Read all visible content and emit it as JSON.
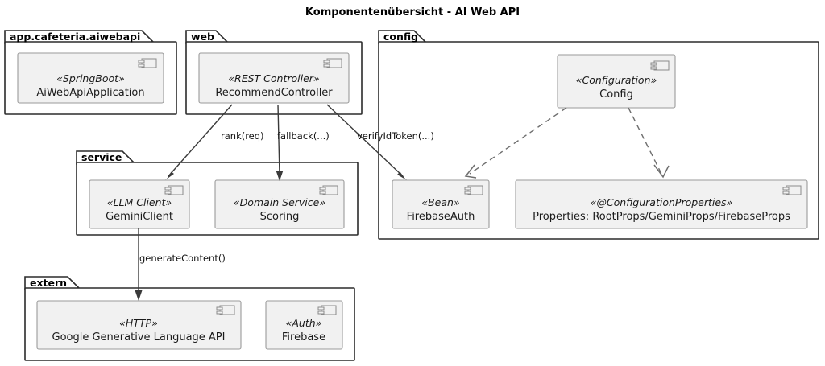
{
  "title": "Komponentenübersicht - AI Web API",
  "colors": {
    "canvas": "#ffffff",
    "package_border": "#2b2b2b",
    "package_fill": "#ffffff",
    "component_fill": "#f1f1f1",
    "component_border": "#9a9a9a",
    "edge_solid": "#3a3a3a",
    "edge_dashed": "#6e6e6e",
    "text": "#1a1a1a"
  },
  "packages": [
    {
      "id": "app",
      "label": "app.cafeteria.aiwebapi",
      "components": [
        {
          "id": "aiwebapiapplication",
          "stereotype": "«SpringBoot»",
          "name": "AiWebApiApplication",
          "icon": "uml-component-icon"
        }
      ]
    },
    {
      "id": "web",
      "label": "web",
      "components": [
        {
          "id": "recommendcontroller",
          "stereotype": "«REST Controller»",
          "name": "RecommendController",
          "icon": "uml-component-icon"
        }
      ]
    },
    {
      "id": "config",
      "label": "config",
      "components": [
        {
          "id": "config-component",
          "stereotype": "«Configuration»",
          "name": "Config",
          "icon": "uml-component-icon"
        },
        {
          "id": "firebaseauth",
          "stereotype": "«Bean»",
          "name": "FirebaseAuth",
          "icon": "uml-component-icon"
        },
        {
          "id": "properties",
          "stereotype": "«@ConfigurationProperties»",
          "name": "Properties: RootProps/GeminiProps/FirebaseProps",
          "icon": "uml-component-icon"
        }
      ]
    },
    {
      "id": "service",
      "label": "service",
      "components": [
        {
          "id": "geminiclient",
          "stereotype": "«LLM Client»",
          "name": "GeminiClient",
          "icon": "uml-component-icon"
        },
        {
          "id": "scoring",
          "stereotype": "«Domain Service»",
          "name": "Scoring",
          "icon": "uml-component-icon"
        }
      ]
    },
    {
      "id": "extern",
      "label": "extern",
      "components": [
        {
          "id": "google-generative-language-api",
          "stereotype": "«HTTP»",
          "name": "Google Generative Language API",
          "icon": "uml-component-icon"
        },
        {
          "id": "firebase",
          "stereotype": "«Auth»",
          "name": "Firebase",
          "icon": "uml-component-icon"
        }
      ]
    }
  ],
  "edges": [
    {
      "id": "rank",
      "from": "recommendcontroller",
      "to": "geminiclient",
      "label": "rank(req)",
      "style": "solid"
    },
    {
      "id": "fallback",
      "from": "recommendcontroller",
      "to": "scoring",
      "label": "fallback(...)",
      "style": "solid"
    },
    {
      "id": "verifyidtoken",
      "from": "recommendcontroller",
      "to": "firebaseauth",
      "label": "verifyIdToken(...)",
      "style": "solid"
    },
    {
      "id": "generatecontent",
      "from": "geminiclient",
      "to": "google-generative-language-api",
      "label": "generateContent()",
      "style": "solid"
    },
    {
      "id": "config-bean",
      "from": "config-component",
      "to": "firebaseauth",
      "label": "",
      "style": "dashed"
    },
    {
      "id": "config-props",
      "from": "config-component",
      "to": "properties",
      "label": "",
      "style": "dashed"
    }
  ]
}
